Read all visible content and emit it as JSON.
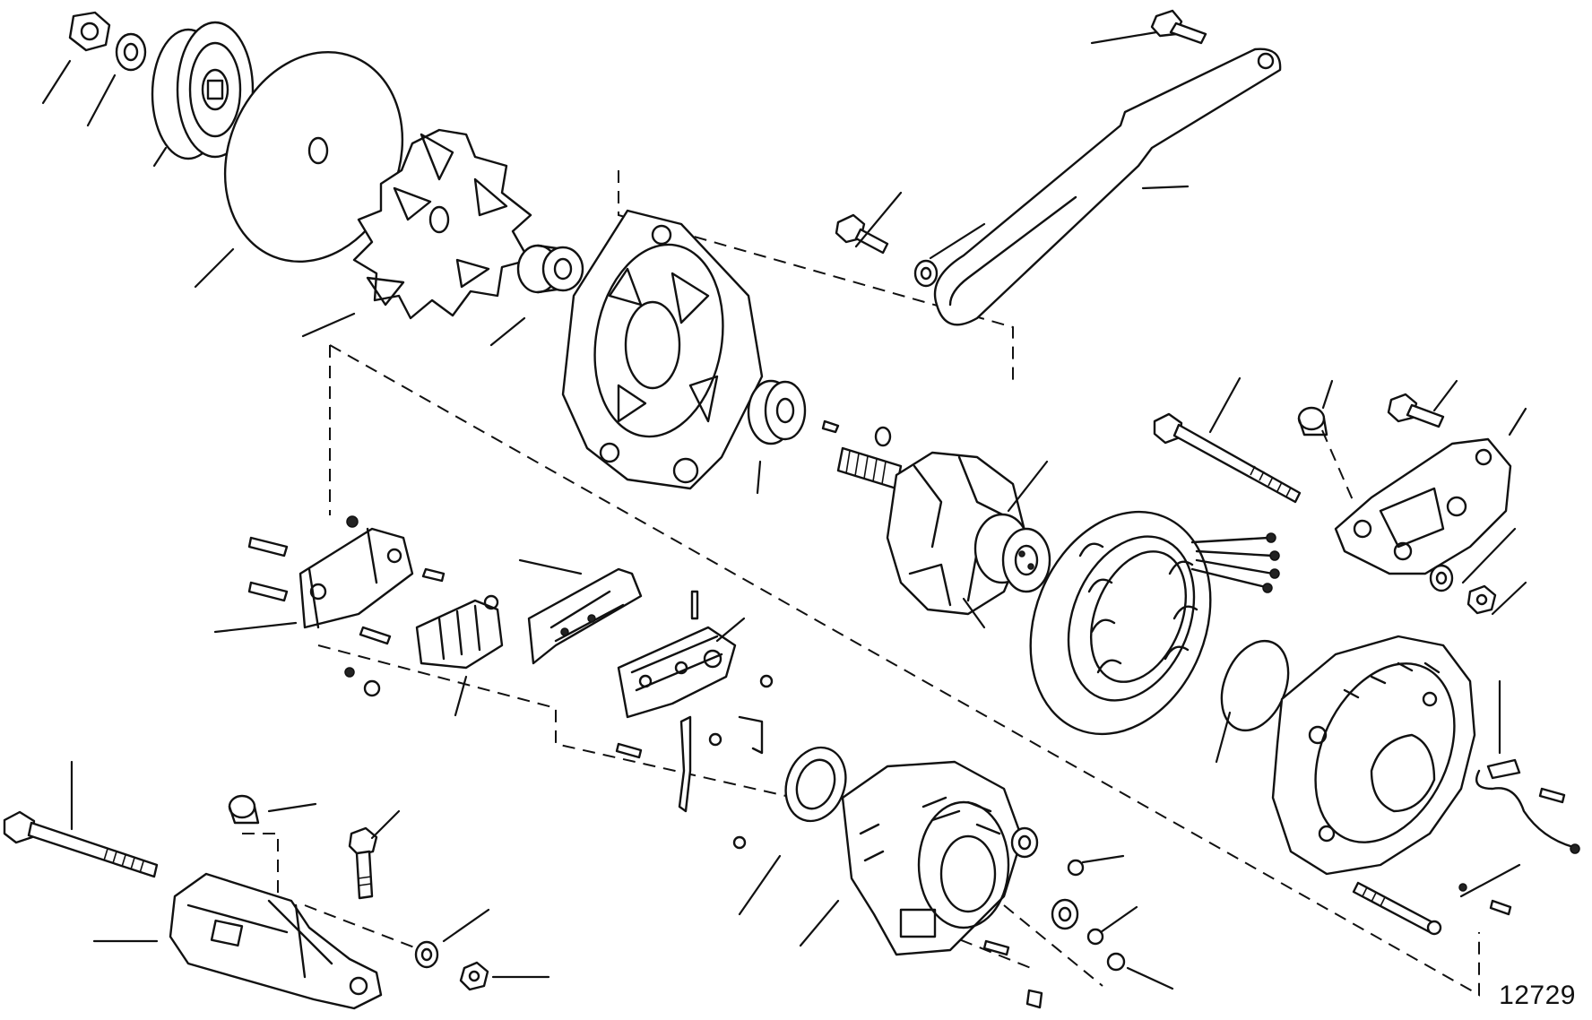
{
  "figure": {
    "number": "12729",
    "type": "exploded-parts-diagram",
    "subject_icon": "alternator-exploded-view"
  }
}
